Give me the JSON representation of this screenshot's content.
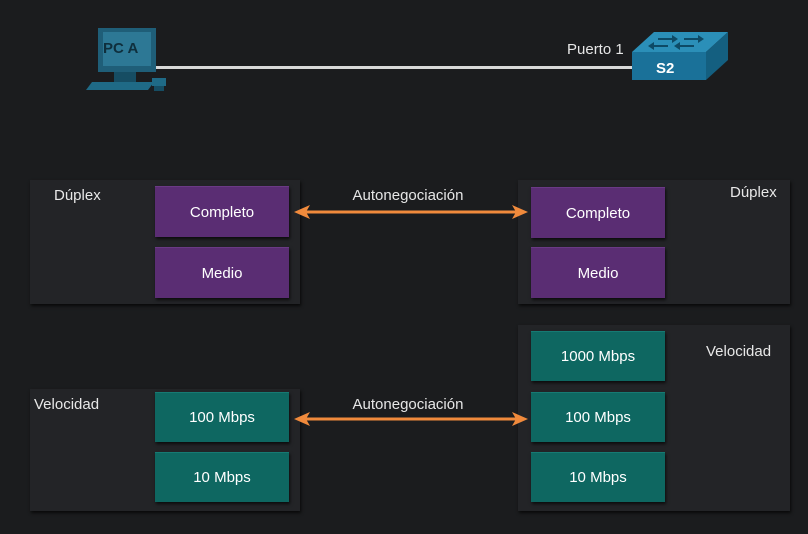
{
  "topology": {
    "pc_label": "PC A",
    "switch_label": "S2",
    "port_label": "Puerto 1"
  },
  "duplex": {
    "left_label": "Dúplex",
    "right_label": "Dúplex",
    "left_options": [
      "Completo",
      "Medio"
    ],
    "right_options": [
      "Completo",
      "Medio"
    ],
    "negotiation_label": "Autonegociación"
  },
  "speed": {
    "left_label": "Velocidad",
    "right_label": "Velocidad",
    "left_options": [
      "100 Mbps",
      "10 Mbps"
    ],
    "right_options": [
      "1000 Mbps",
      "100 Mbps",
      "10 Mbps"
    ],
    "negotiation_label": "Autonegociación"
  },
  "colors": {
    "background": "#1b1c1e",
    "duplex_box": "#5a2d73",
    "speed_box": "#0e6761",
    "arrow": "#f08a3c",
    "link": "#d9d9d9"
  }
}
